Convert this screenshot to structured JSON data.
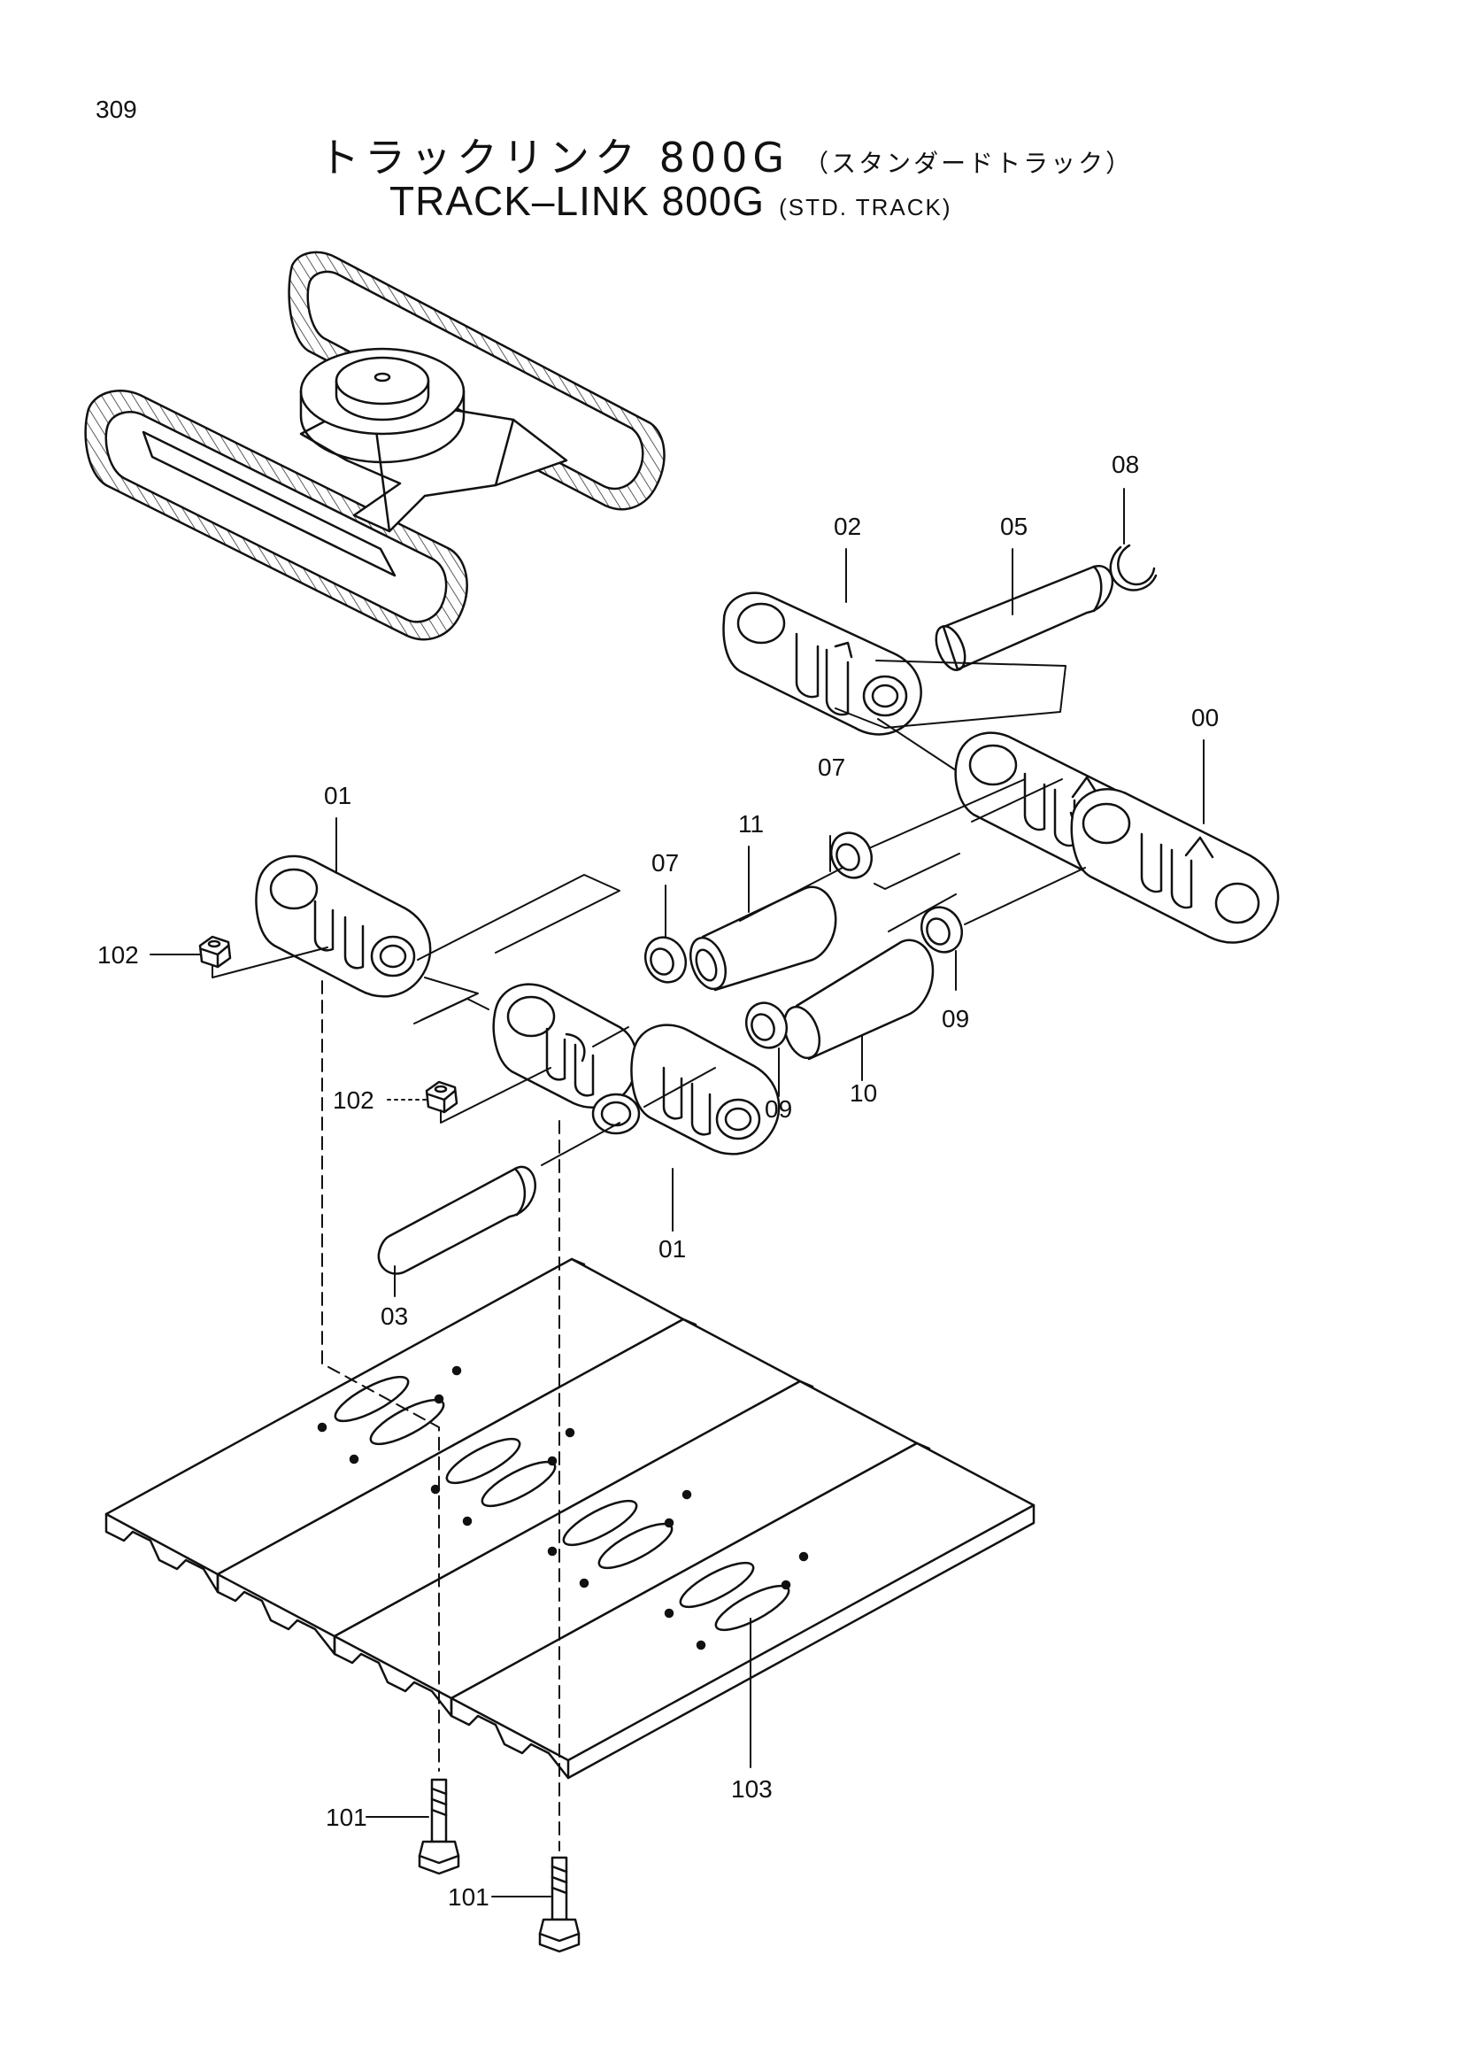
{
  "page_number": "309",
  "title": {
    "jp_main": "トラックリンク 800G",
    "jp_sub": "（スタンダードトラック）",
    "en_main": "TRACK–LINK 800G",
    "en_sub": "(STD. TRACK)"
  },
  "callouts": {
    "c00": "00",
    "c01a": "01",
    "c01b": "01",
    "c02": "02",
    "c03": "03",
    "c05": "05",
    "c07a": "07",
    "c07b": "07",
    "c08": "08",
    "c09a": "09",
    "c09b": "09",
    "c10": "10",
    "c11": "11",
    "c101a": "101",
    "c101b": "101",
    "c102a": "102",
    "c102b": "102",
    "c103": "103"
  }
}
